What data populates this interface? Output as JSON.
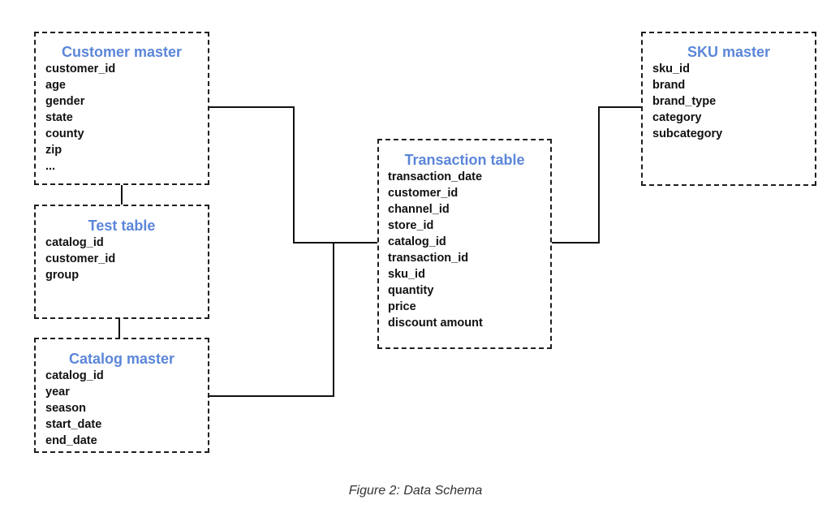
{
  "caption": "Figure 2: Data Schema",
  "tables": {
    "customer_master": {
      "title": "Customer master",
      "fields": [
        "customer_id",
        "age",
        "gender",
        "state",
        "county",
        "zip",
        "..."
      ]
    },
    "test_table": {
      "title": "Test table",
      "fields": [
        "catalog_id",
        "customer_id",
        "group"
      ]
    },
    "catalog_master": {
      "title": "Catalog master",
      "fields": [
        "catalog_id",
        "year",
        "season",
        "start_date",
        "end_date"
      ]
    },
    "transaction_table": {
      "title": "Transaction table",
      "fields": [
        "transaction_date",
        "customer_id",
        "channel_id",
        "store_id",
        "catalog_id",
        "transaction_id",
        "sku_id",
        "quantity",
        "price",
        "discount amount"
      ]
    },
    "sku_master": {
      "title": "SKU master",
      "fields": [
        "sku_id",
        "brand",
        "brand_type",
        "category",
        "subcategory"
      ]
    }
  },
  "colors": {
    "title": "#5b86d9",
    "text": "#111111",
    "line": "#1f1f1f"
  }
}
